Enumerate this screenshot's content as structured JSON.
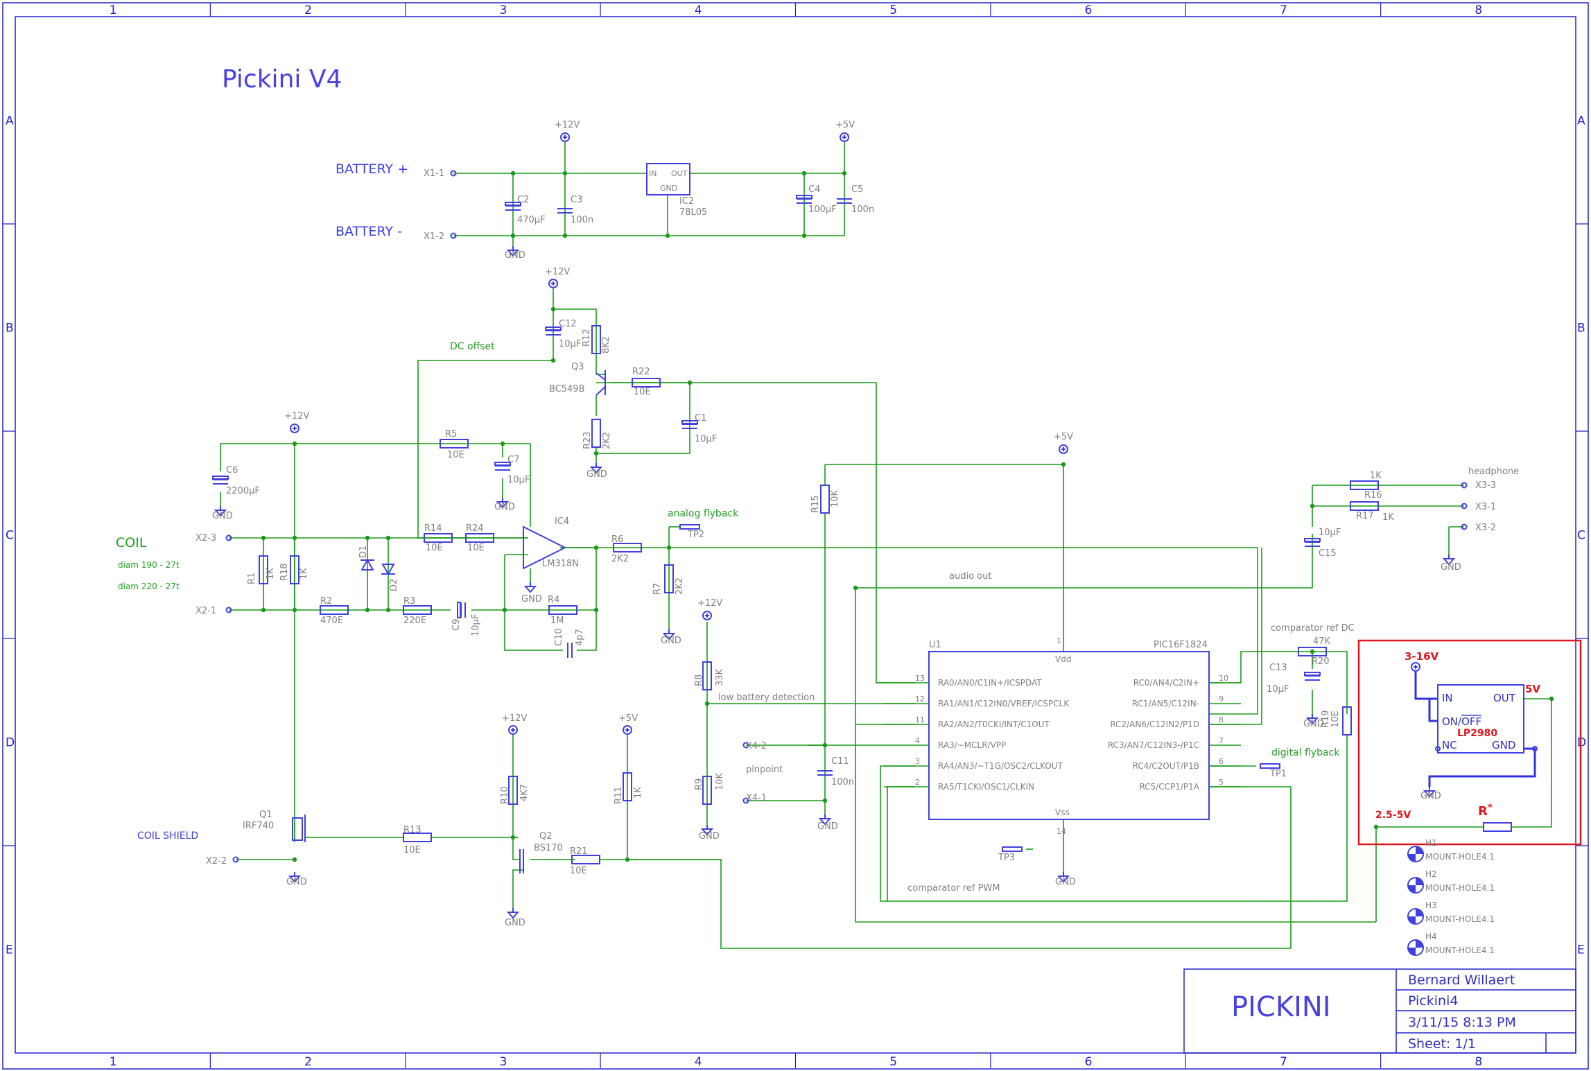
{
  "frame": {
    "columns": [
      "1",
      "2",
      "3",
      "4",
      "5",
      "6",
      "7",
      "8"
    ],
    "rows": [
      "A",
      "B",
      "C",
      "D",
      "E"
    ]
  },
  "title": "Pickini V4",
  "colors": {
    "wire": "#008000",
    "symbol": "#4040e0",
    "note": "#22a022",
    "frame": "#2222cc",
    "highlight": "#e0151b",
    "value": "#808080"
  },
  "labels": {
    "battery_plus": "BATTERY +",
    "battery_minus": "BATTERY -",
    "coil": "COIL",
    "coil_d1": "diam 190 - 27t",
    "coil_d2": "diam 220 - 27t",
    "coil_shield": "COIL SHIELD",
    "dc_offset": "DC offset",
    "analog_flyback": "analog flyback",
    "digital_flyback": "digital flyback",
    "audio_out": "audio out",
    "low_batt": "low battery detection",
    "comp_ref_dc": "comparator ref DC",
    "comp_ref_pwm": "comparator ref PWM",
    "pinpoint": "pinpoint",
    "headphone": "headphone"
  },
  "supplies": {
    "v12": "+12V",
    "v5": "+5V",
    "gnd": "GND"
  },
  "connectors": {
    "x1_1": "X1-1",
    "x1_2": "X1-2",
    "x2_1": "X2-1",
    "x2_2": "X2-2",
    "x2_3": "X2-3",
    "x3_1": "X3-1",
    "x3_2": "X3-2",
    "x3_3": "X3-3",
    "x4_1": "X4-1",
    "x4_2": "X4-2"
  },
  "parts": {
    "C2": {
      "name": "C2",
      "value": "470µF"
    },
    "C3": {
      "name": "C3",
      "value": "100n"
    },
    "IC2": {
      "name": "IC2",
      "value": "78L05",
      "in": "IN",
      "out": "OUT",
      "gnd": "GND"
    },
    "C4": {
      "name": "C4",
      "value": "100µF"
    },
    "C5": {
      "name": "C5",
      "value": "100n"
    },
    "C12": {
      "name": "C12",
      "value": "10µF"
    },
    "R12": {
      "name": "R12",
      "value": "8K2"
    },
    "Q3": {
      "name": "Q3",
      "value": "BC549B"
    },
    "R22": {
      "name": "R22",
      "value": "10E"
    },
    "C1": {
      "name": "C1",
      "value": "10µF"
    },
    "R23": {
      "name": "R23",
      "value": "2K2"
    },
    "R5": {
      "name": "R5",
      "value": "10E"
    },
    "C7": {
      "name": "C7",
      "value": "10µF"
    },
    "C6": {
      "name": "C6",
      "value": "2200µF"
    },
    "R14": {
      "name": "R14",
      "value": "10E"
    },
    "R24": {
      "name": "R24",
      "value": "10E"
    },
    "IC4": {
      "name": "IC4",
      "value": "LM318N"
    },
    "R6": {
      "name": "R6",
      "value": "2K2"
    },
    "TP2": {
      "name": "TP2"
    },
    "R7": {
      "name": "R7",
      "value": "2K2"
    },
    "R1": {
      "name": "R1",
      "value": "1K"
    },
    "R18": {
      "name": "R18",
      "value": "1K"
    },
    "D1": {
      "name": "D1"
    },
    "D2": {
      "name": "D2"
    },
    "R2": {
      "name": "R2",
      "value": "470E"
    },
    "R3": {
      "name": "R3",
      "value": "220E"
    },
    "C9": {
      "name": "C9",
      "value": "10µF"
    },
    "R4": {
      "name": "R4",
      "value": "1M"
    },
    "C10": {
      "name": "C10",
      "value": "4p7"
    },
    "R15": {
      "name": "R15",
      "value": "10K"
    },
    "R8": {
      "name": "R8",
      "value": "33K"
    },
    "R9": {
      "name": "R9",
      "value": "10K"
    },
    "C11": {
      "name": "C11",
      "value": "100n"
    },
    "Q1": {
      "name": "Q1",
      "value": "IRF740"
    },
    "R13": {
      "name": "R13",
      "value": "10E"
    },
    "R10": {
      "name": "R10",
      "value": "4K7"
    },
    "Q2": {
      "name": "Q2",
      "value": "BS170"
    },
    "R21": {
      "name": "R21",
      "value": "10E"
    },
    "R11": {
      "name": "R11",
      "value": "1K"
    },
    "TP3": {
      "name": "TP3"
    },
    "TP1": {
      "name": "TP1"
    },
    "R16": {
      "name": "R16",
      "value": "1K"
    },
    "R17": {
      "name": "R17",
      "value": "1K"
    },
    "C15": {
      "name": "C15",
      "value": "10µF"
    },
    "R20": {
      "name": "R20",
      "value": "47K"
    },
    "C13": {
      "name": "C13",
      "value": "10µF"
    },
    "R19": {
      "name": "R19",
      "value": "10E"
    }
  },
  "u1": {
    "name": "U1",
    "value": "PIC16F1824",
    "vdd": "Vdd",
    "vss": "Vss",
    "pin_vdd": "1",
    "pin_vss": "14",
    "left_pins": [
      {
        "num": "13",
        "label": "RA0/AN0/C1IN+/ICSPDAT"
      },
      {
        "num": "12",
        "label": "RA1/AN1/C12IN0/VREF/ICSPCLK"
      },
      {
        "num": "11",
        "label": "RA2/AN2/T0CKI/INT/C1OUT"
      },
      {
        "num": "4",
        "label": "RA3/~MCLR/VPP"
      },
      {
        "num": "3",
        "label": "RA4/AN3/~T1G/OSC2/CLKOUT"
      },
      {
        "num": "2",
        "label": "RA5/T1CKI/OSC1/CLKIN"
      }
    ],
    "right_pins": [
      {
        "num": "10",
        "label": "RC0/AN4/C2IN+"
      },
      {
        "num": "9",
        "label": "RC1/AN5/C12IN-"
      },
      {
        "num": "8",
        "label": "RC2/AN6/C12IN2/P1D"
      },
      {
        "num": "7",
        "label": "RC3/AN7/C12IN3-/P1C"
      },
      {
        "num": "6",
        "label": "RC4/C2OUT/P1B"
      },
      {
        "num": "5",
        "label": "RC5/CCP1/P1A"
      }
    ]
  },
  "lp2980": {
    "vin": "3-16V",
    "vout": "5V",
    "name": "LP2980",
    "in": "IN",
    "out": "OUT",
    "onoff_on": "ON/",
    "onoff_off": "OFF",
    "nc": "NC",
    "gnd": "GND",
    "vbat": "2.5-5V",
    "r": "R",
    "r_star": "*"
  },
  "mounts": [
    {
      "name": "H1",
      "value": "MOUNT-HOLE4.1"
    },
    {
      "name": "H2",
      "value": "MOUNT-HOLE4.1"
    },
    {
      "name": "H3",
      "value": "MOUNT-HOLE4.1"
    },
    {
      "name": "H4",
      "value": "MOUNT-HOLE4.1"
    }
  ],
  "titleblock": {
    "project": "PICKINI",
    "author": "Bernard Willaert",
    "file": "Pickini4",
    "date": "3/11/15 8:13 PM",
    "sheet": "Sheet: 1/1"
  }
}
